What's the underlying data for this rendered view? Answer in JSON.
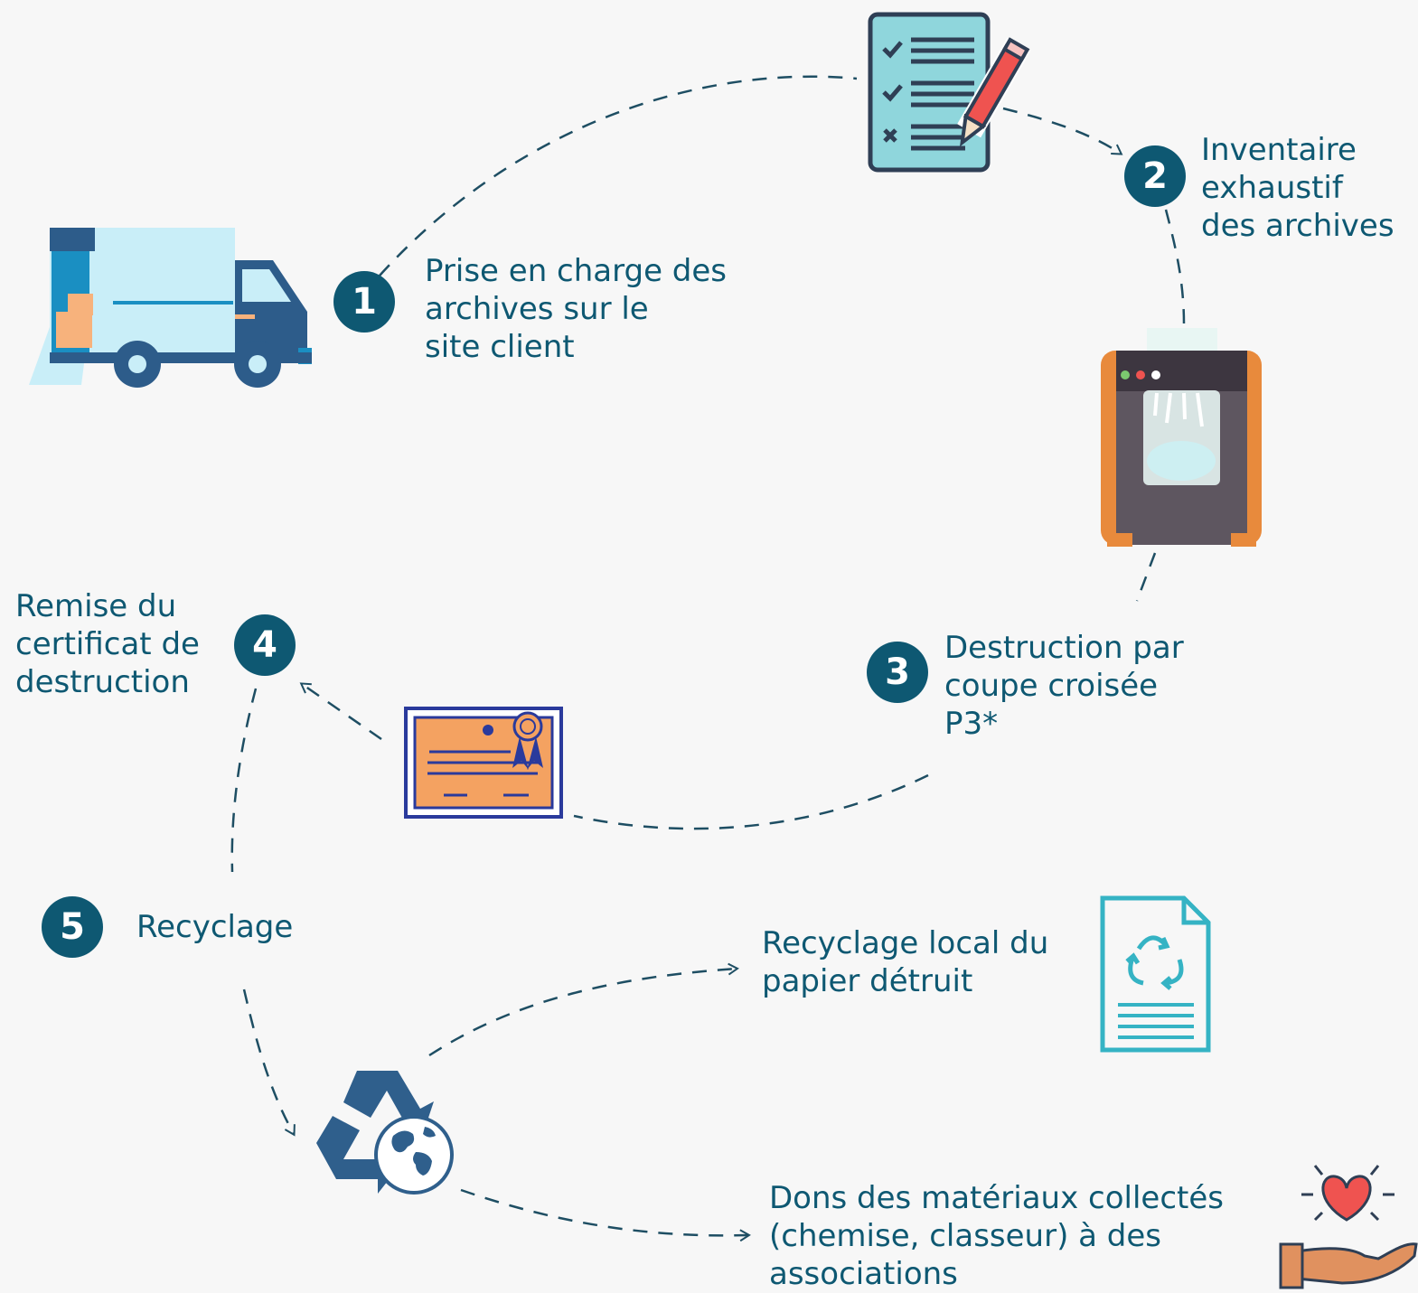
{
  "steps": [
    {
      "number": "1",
      "lines": [
        "Prise en charge des",
        "archives sur le",
        "site client"
      ]
    },
    {
      "number": "2",
      "lines": [
        "Inventaire",
        "exhaustif",
        "des archives"
      ]
    },
    {
      "number": "3",
      "lines": [
        "Destruction par",
        "coupe croisée",
        "P3*"
      ]
    },
    {
      "number": "4",
      "lines": [
        "Remise du",
        "certificat de",
        "destruction"
      ]
    },
    {
      "number": "5",
      "lines": [
        "Recyclage"
      ]
    }
  ],
  "outcomes": [
    {
      "lines": [
        "Recyclage local du",
        "papier détruit"
      ]
    },
    {
      "lines": [
        "Dons des matériaux collectés",
        "(chemise, classeur) à des",
        "associations"
      ]
    }
  ],
  "icons": {
    "truck": "delivery-truck-icon",
    "checklist": "checklist-pencil-icon",
    "shredder": "paper-shredder-icon",
    "certificate": "certificate-icon",
    "recycle_globe": "recycle-globe-icon",
    "recycled_paper": "recycled-document-icon",
    "donation": "heart-hand-icon"
  },
  "colors": {
    "primary": "#0e5872",
    "background": "#f7f7f7",
    "dashed_path": "#1e4e63",
    "truck_body": "#c9eef8",
    "truck_cab": "#2d5c8a",
    "shredder_body": "#e88a3c",
    "certificate": "#f4a261",
    "certificate_border": "#2a3a9c",
    "recycle": "#2f5f8c",
    "recycled_doc": "#35b3c4",
    "heart": "#ef5350",
    "hand": "#e0915f"
  }
}
